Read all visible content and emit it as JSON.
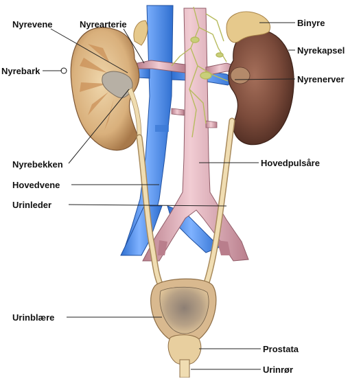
{
  "labels": {
    "nyrevene": "Nyrevene",
    "nyrearterie": "Nyrearterie",
    "nyrebark": "Nyrebark",
    "nyrebekken": "Nyrebekken",
    "hovedvene": "Hovedvene",
    "urinleder": "Urinleder",
    "urinblaere": "Urinblære",
    "binyre": "Binyre",
    "nyrekapsel": "Nyrekapsel",
    "nyrenerver": "Nyrenerver",
    "hovedpulsaare": "Hovedpulsåre",
    "prostata": "Prostata",
    "urinror": "Urinrør"
  },
  "colors": {
    "vein": "#4f8fe6",
    "artery": "#d9a3ae",
    "kidney_right_cortex": "#e3c49a",
    "kidney_left": "#7a4a3a",
    "adrenal": "#e6c98c",
    "ureter": "#f0ddb2",
    "bladder": "#d9b98f",
    "nerve": "#c9cf7a"
  }
}
